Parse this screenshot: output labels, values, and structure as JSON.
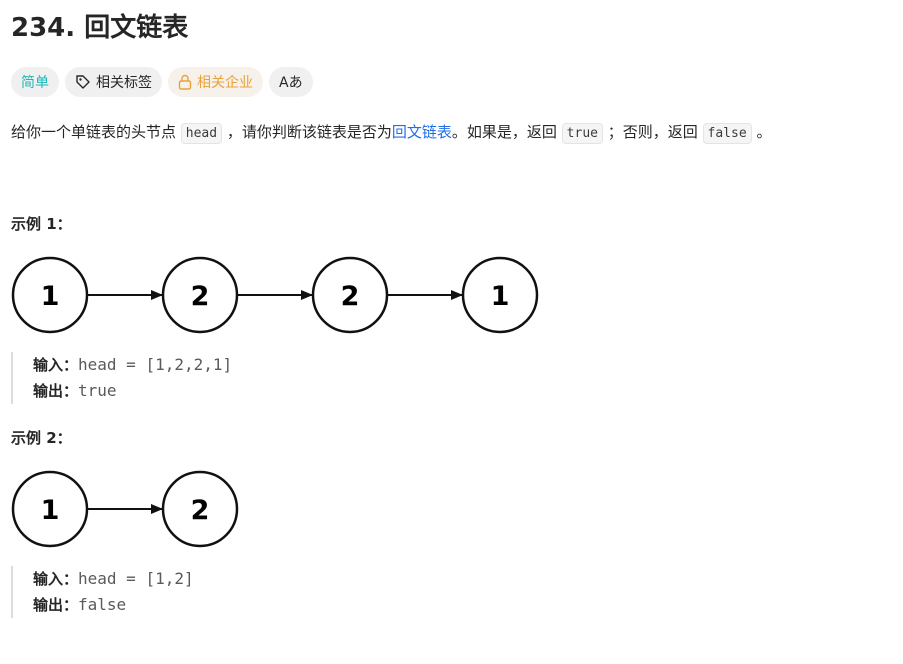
{
  "problem": {
    "title": "234. 回文链表",
    "tags": {
      "difficulty": "简单",
      "related_tags": "相关标签",
      "related_companies": "相关企业",
      "lang_icon": "Aあ"
    },
    "description": {
      "part1": "给你一个单链表的头节点 ",
      "code_head": "head",
      "part2": " ，请你判断该链表是否为",
      "link": "回文链表",
      "part3": "。如果是，返回 ",
      "code_true": "true",
      "part4": " ；否则，返回 ",
      "code_false": "false",
      "part5": " 。"
    },
    "examples": [
      {
        "title": "示例 1：",
        "nodes": [
          "1",
          "2",
          "2",
          "1"
        ],
        "input_label": "输入：",
        "input_value": "head = [1,2,2,1]",
        "output_label": "输出：",
        "output_value": "true"
      },
      {
        "title": "示例 2：",
        "nodes": [
          "1",
          "2"
        ],
        "input_label": "输入：",
        "input_value": "head = [1,2]",
        "output_label": "输出：",
        "output_value": "false"
      }
    ]
  }
}
